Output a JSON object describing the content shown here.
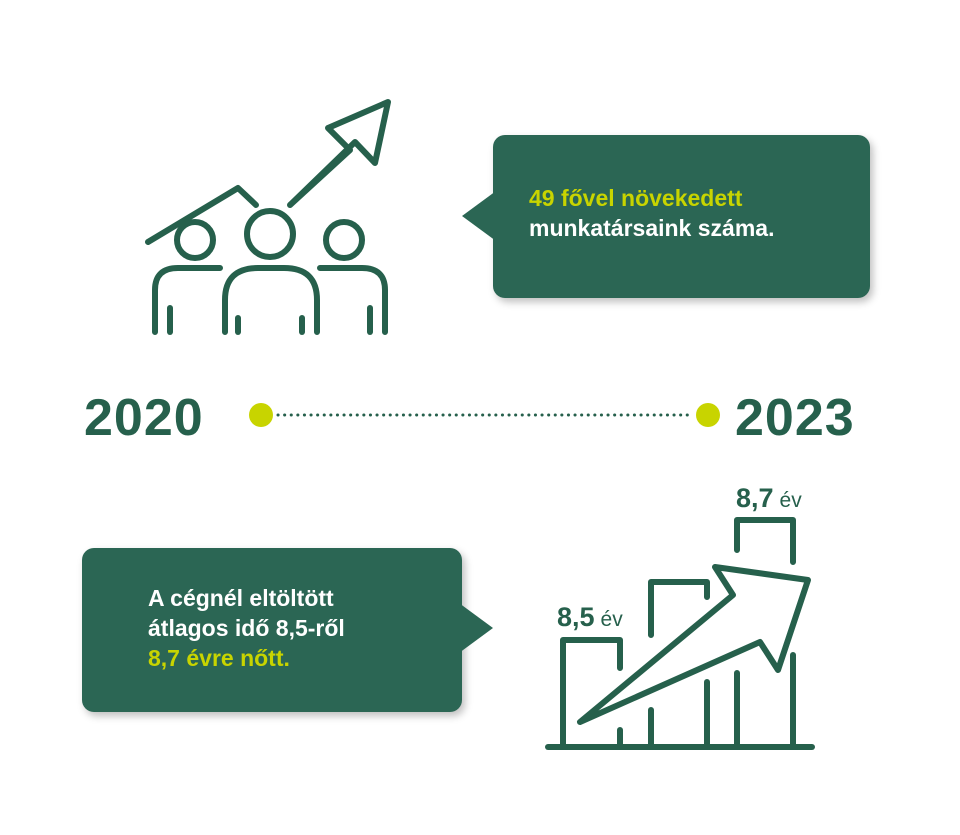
{
  "colors": {
    "green": "#2b6654",
    "stroke": "#26604c",
    "accent": "#c8d400"
  },
  "top_callout": {
    "highlight": "49 fővel növekedett",
    "text": "munkatársaink száma."
  },
  "timeline": {
    "start_year": "2020",
    "end_year": "2023"
  },
  "bottom_callout": {
    "line1": "A cégnél eltöltött",
    "line2": "átlagos idő 8,5-ről",
    "highlight": "8,7 évre nőtt."
  },
  "chart": {
    "label_start_value": "8,5",
    "label_end_value": "8,7",
    "unit": "év",
    "values": [
      8.5,
      8.7
    ]
  },
  "icons": [
    "people-growth-icon",
    "bar-growth-icon"
  ]
}
